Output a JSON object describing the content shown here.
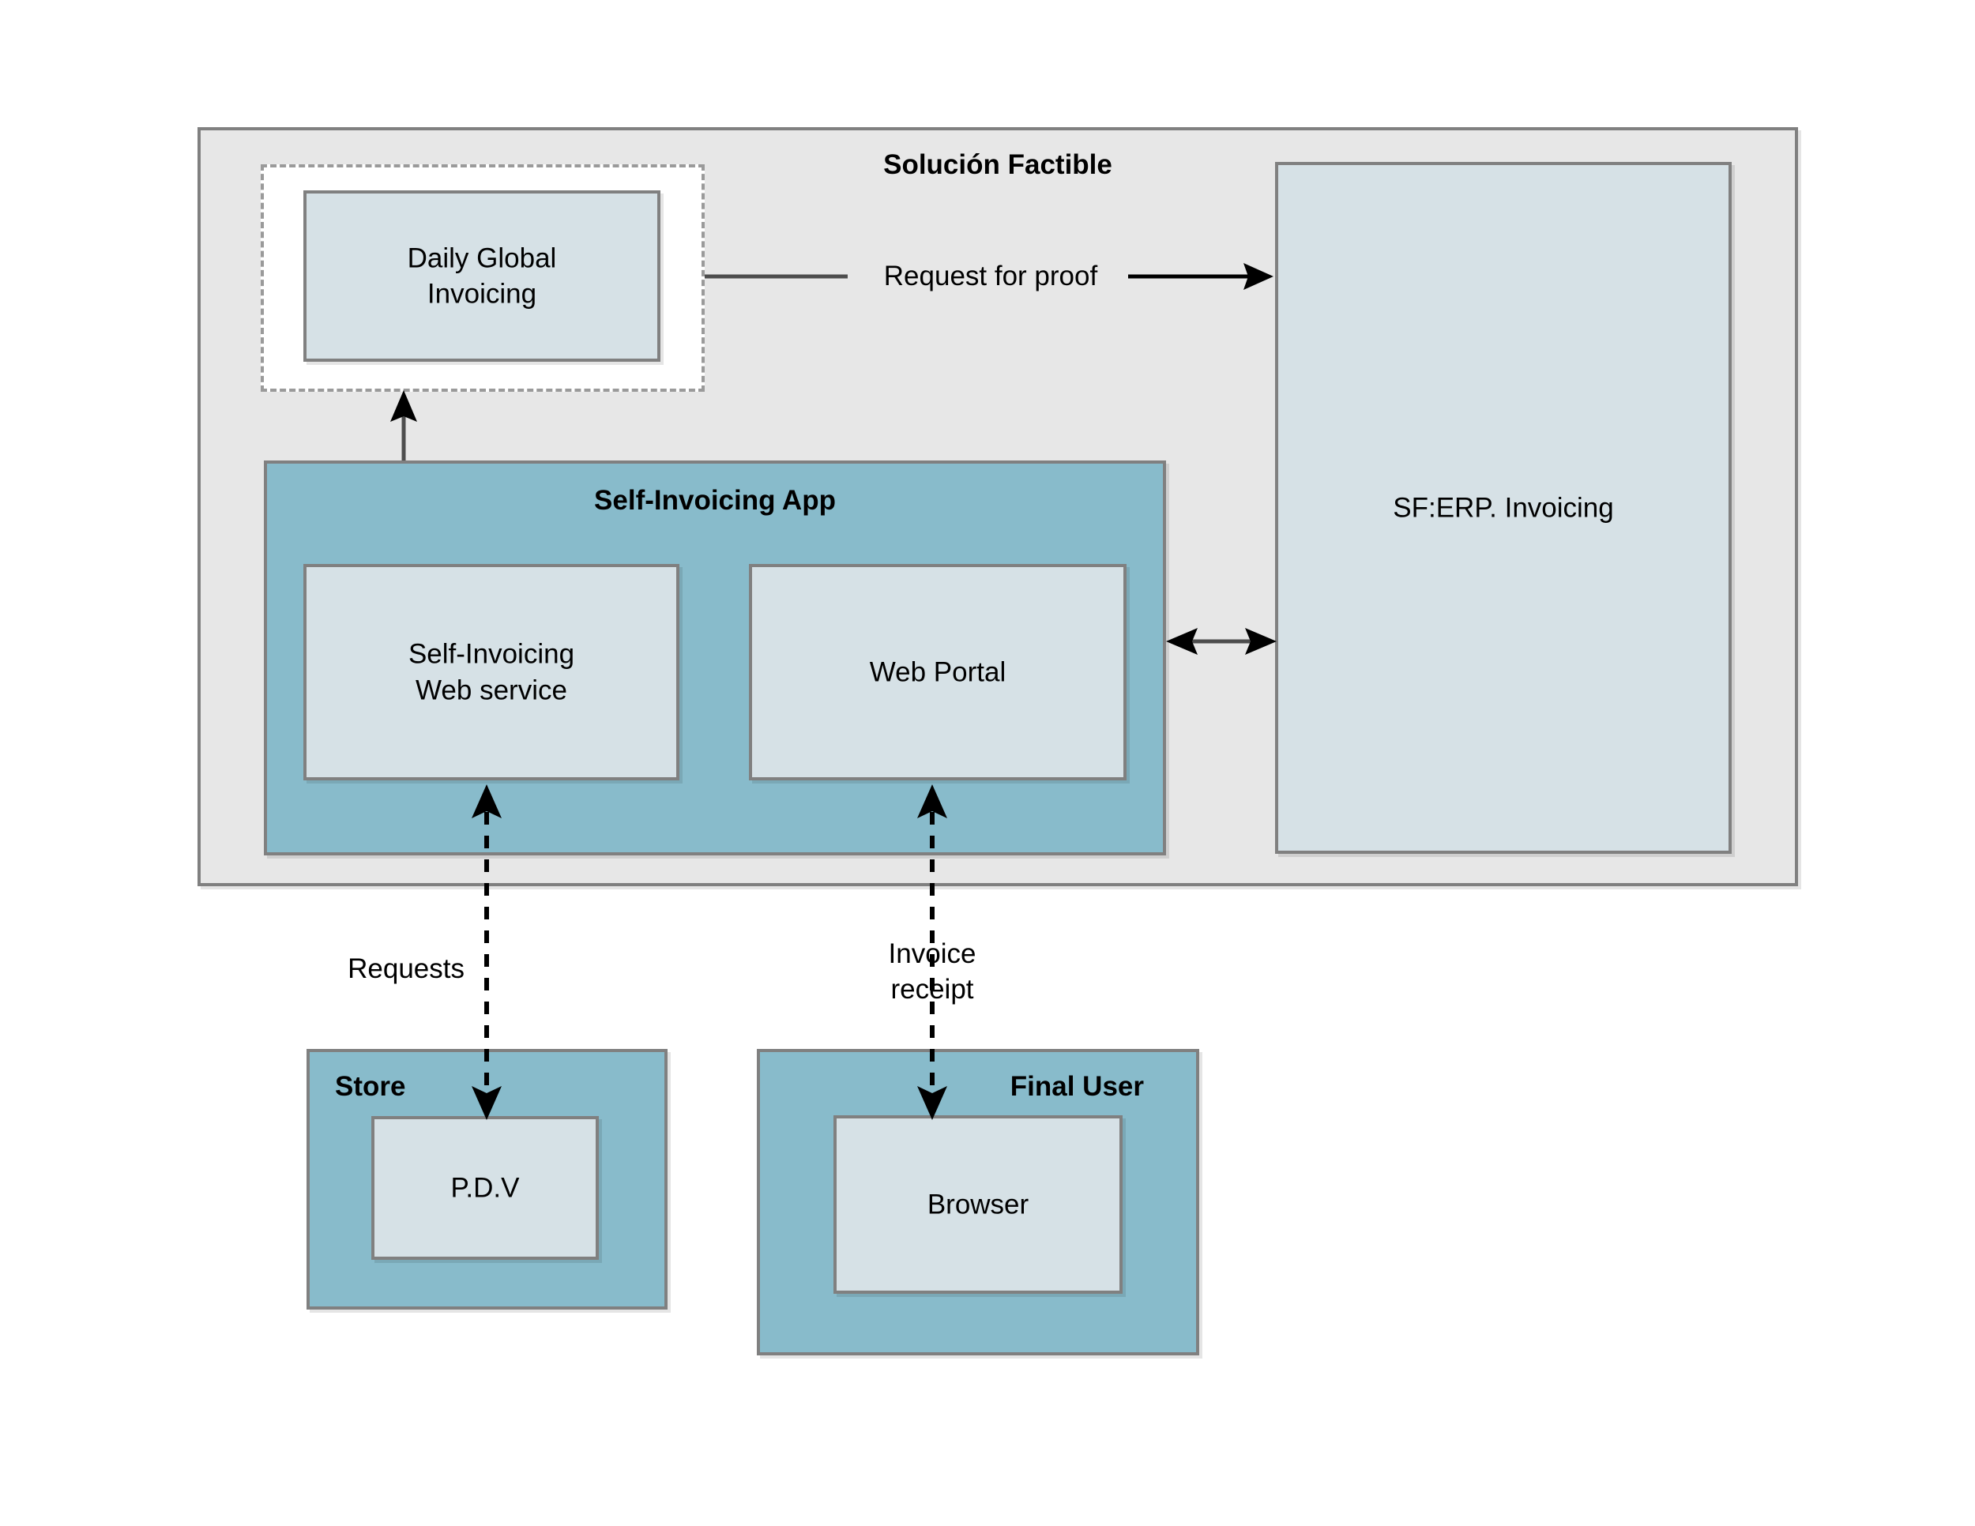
{
  "diagram": {
    "type": "architecture-block-diagram",
    "background": "#ffffff",
    "palette": {
      "container_grey": "#e7e7e7",
      "container_teal": "#88bbcb",
      "node_light_blue": "#d6e1e6",
      "border_grey": "#808080",
      "dashed_border": "#9a9a9a",
      "text": "#000000"
    }
  },
  "solucion_factible": {
    "title": "Solución Factible",
    "daily_global_group": {
      "name": "daily-global-invoicing-group",
      "style": "dashed"
    },
    "daily_global_invoicing": {
      "label": "Daily Global\nInvoicing"
    },
    "sf_erp": {
      "label": "SF:ERP. Invoicing"
    },
    "self_invoicing_app": {
      "title": "Self-Invoicing App",
      "nodes": [
        {
          "label": "Self-Invoicing\nWeb service"
        },
        {
          "label": "Web Portal"
        }
      ]
    }
  },
  "store": {
    "title": "Store",
    "node": {
      "label": "P.D.V"
    }
  },
  "final_user": {
    "title": "Final User",
    "node": {
      "label": "Browser"
    }
  },
  "connections": [
    {
      "id": "request-for-proof",
      "label": "Request for proof",
      "from": "Daily Global Invoicing",
      "to": "SF:ERP. Invoicing",
      "style": "solid",
      "arrows": "to"
    },
    {
      "id": "app-to-daily-global",
      "label": "",
      "from": "Self-Invoicing App",
      "to": "Daily Global Invoicing",
      "style": "solid",
      "arrows": "to"
    },
    {
      "id": "web-portal-to-sferp",
      "label": "",
      "from": "Web Portal",
      "to": "SF:ERP. Invoicing",
      "style": "solid",
      "arrows": "both"
    },
    {
      "id": "requests",
      "label": "Requests",
      "from": "P.D.V",
      "to": "Self-Invoicing Web service",
      "style": "dashed",
      "arrows": "both"
    },
    {
      "id": "invoice-receipt",
      "label": "Invoice\nreceipt",
      "from": "Browser",
      "to": "Web Portal",
      "style": "dashed",
      "arrows": "both"
    }
  ]
}
